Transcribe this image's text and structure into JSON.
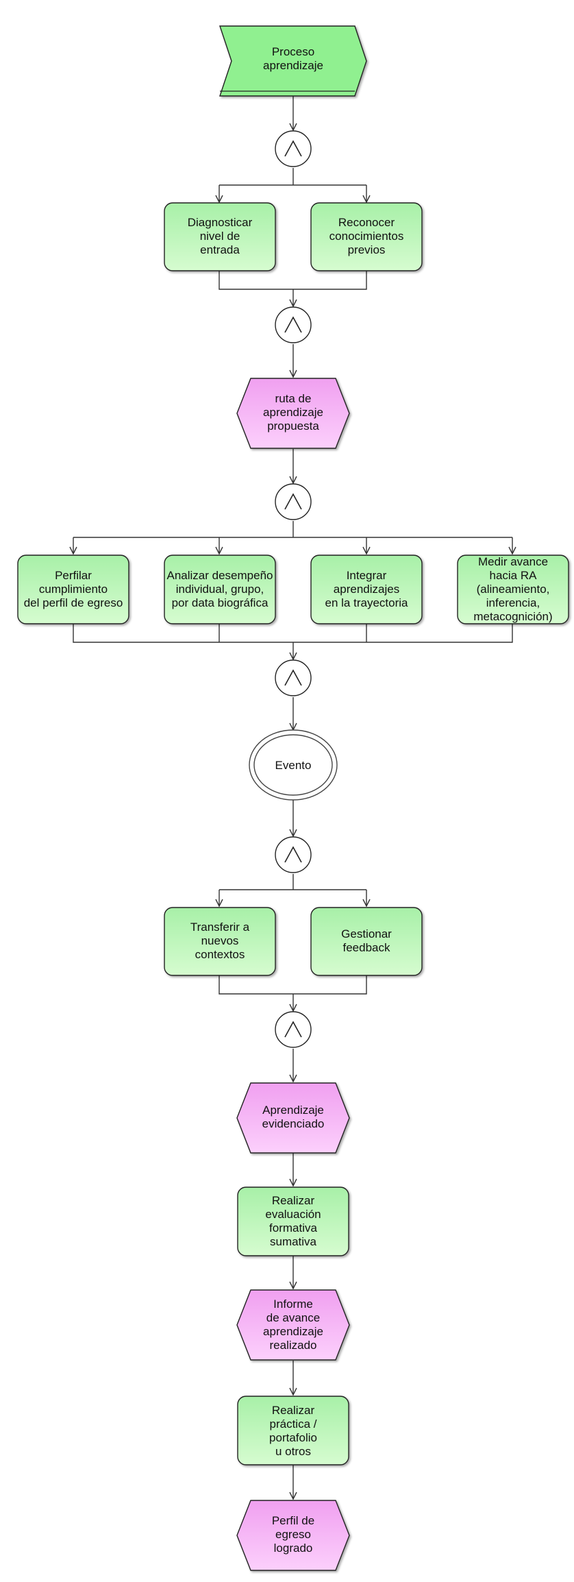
{
  "colors": {
    "function_fill_top": "#a8f0a8",
    "function_fill_bottom": "#d6fcd0",
    "event_fill_top": "#f0a0f0",
    "event_fill_bottom": "#fcd0fc",
    "process_fill": "#90f090",
    "stroke": "#222222",
    "line": "#333333"
  },
  "operators": {
    "symbol": "^",
    "kind": "and-connector"
  },
  "nodes": {
    "process_start": [
      "Proceso",
      "aprendizaje"
    ],
    "diagnosticar": [
      "Diagnosticar",
      "nivel de",
      "entrada"
    ],
    "reconocer": [
      "Reconocer",
      "conocimientos",
      "previos"
    ],
    "ruta": [
      "ruta de",
      "aprendizaje",
      "propuesta"
    ],
    "perfilar": [
      "Perfilar",
      "cumplimiento",
      "del perfil de egreso"
    ],
    "analizar": [
      "Analizar desempeño",
      "individual, grupo,",
      "por data biográfica"
    ],
    "integrar": [
      "Integrar",
      "aprendizajes",
      "en la trayectoria"
    ],
    "medir": [
      "Medir avance",
      "hacia RA",
      "(alineamiento,",
      "inferencia,",
      "metacognición)"
    ],
    "evento": [
      "Evento"
    ],
    "transferir": [
      "Transferir a",
      "nuevos",
      "contextos"
    ],
    "gestionar": [
      "Gestionar",
      "feedback"
    ],
    "aprendizaje_evidenciado": [
      "Aprendizaje",
      "evidenciado"
    ],
    "realizar_evaluacion": [
      "Realizar",
      "evaluación",
      "formativa",
      "sumativa"
    ],
    "informe": [
      "Informe",
      "de avance",
      "aprendizaje",
      "realizado"
    ],
    "realizar_practica": [
      "Realizar",
      "práctica /",
      "portafolio",
      "u otros"
    ],
    "perfil_logrado": [
      "Perfil de",
      "egreso",
      "logrado"
    ]
  }
}
